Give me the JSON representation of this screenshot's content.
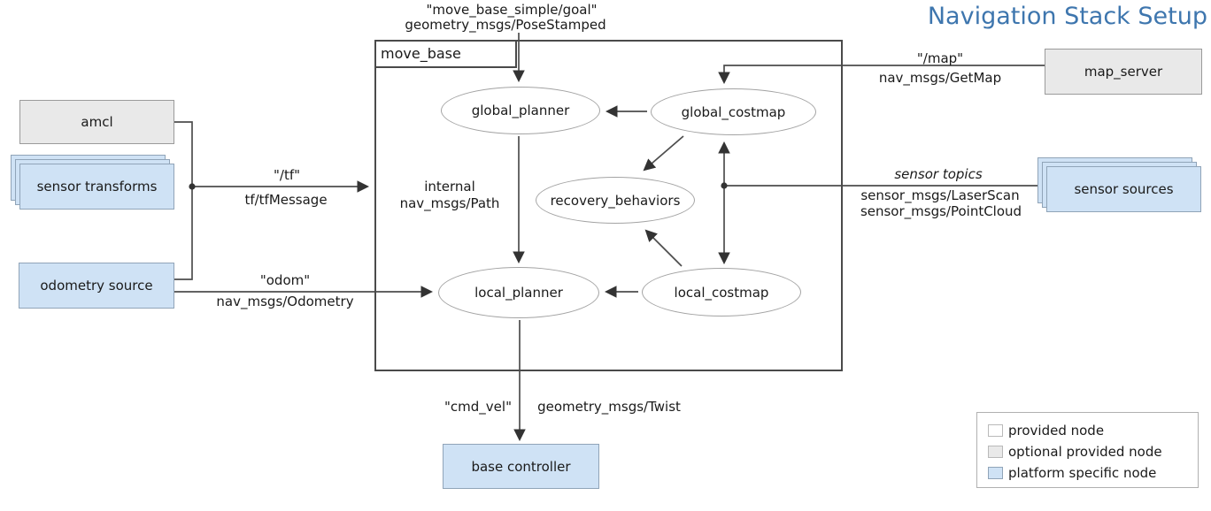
{
  "title": "Navigation Stack Setup",
  "container": {
    "label": "move_base"
  },
  "nodes": {
    "amcl": {
      "label": "amcl",
      "type": "optional provided node"
    },
    "sensor_transforms": {
      "label": "sensor transforms",
      "type": "platform specific node"
    },
    "odometry_source": {
      "label": "odometry source",
      "type": "platform specific node"
    },
    "map_server": {
      "label": "map_server",
      "type": "optional provided node"
    },
    "sensor_sources": {
      "label": "sensor sources",
      "type": "platform specific node"
    },
    "base_controller": {
      "label": "base controller",
      "type": "platform specific node"
    },
    "global_planner": {
      "label": "global_planner",
      "type": "provided node"
    },
    "global_costmap": {
      "label": "global_costmap",
      "type": "provided node"
    },
    "recovery_behaviors": {
      "label": "recovery_behaviors",
      "type": "provided node"
    },
    "local_planner": {
      "label": "local_planner",
      "type": "provided node"
    },
    "local_costmap": {
      "label": "local_costmap",
      "type": "provided node"
    }
  },
  "edge_labels": {
    "goal_topic": "\"move_base_simple/goal\"",
    "goal_type": "geometry_msgs/PoseStamped",
    "map_topic": "\"/map\"",
    "map_type": "nav_msgs/GetMap",
    "tf_topic": "\"/tf\"",
    "tf_type": "tf/tfMessage",
    "odom_topic": "\"odom\"",
    "odom_type": "nav_msgs/Odometry",
    "internal_label": "internal",
    "internal_type": "nav_msgs/Path",
    "sensor_topics": "sensor topics",
    "sensor_type_laser": "sensor_msgs/LaserScan",
    "sensor_type_cloud": "sensor_msgs/PointCloud",
    "cmdvel_topic": "\"cmd_vel\"",
    "cmdvel_type": "geometry_msgs/Twist"
  },
  "legend": {
    "items": [
      {
        "label": "provided node",
        "color": "#ffffff"
      },
      {
        "label": "optional provided node",
        "color": "#e9e9e9"
      },
      {
        "label": "platform specific node",
        "color": "#cfe2f5"
      }
    ]
  },
  "colors": {
    "title": "#3e76ae",
    "edge": "#4d4d4d",
    "frame_border": "#4a4a4a",
    "ellipse_border": "#a3a3a3",
    "gray_fill": "#e9e9e9",
    "blue_fill": "#cfe2f5"
  }
}
